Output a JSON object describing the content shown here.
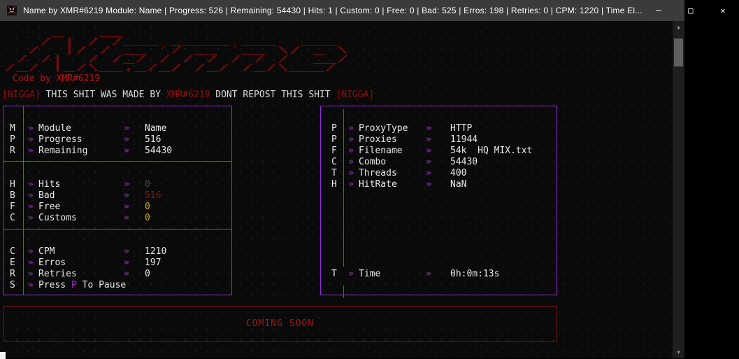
{
  "symbols": {
    "chevron": "»",
    "minimize": "─",
    "maximize": "□",
    "close": "✕",
    "arrow_up": "▲",
    "arrow_down": "▼"
  },
  "colors": {
    "accent_purple": "#9428d8",
    "chevron_purple": "#a32cd4",
    "dark_red": "#8b0f0f",
    "value_yellow": "#d2a800",
    "value_gray": "#4a4a4a",
    "titlebar": "#3b3b3b",
    "console_bg": "#0a0a0a"
  },
  "window": {
    "title": "Name by XMR#6219  Module: Name | Progress: 526 | Remaining: 54430 | Hits: 1 | Custom: 0 | Free: 0 | Bad: 525 | Erros: 198 | Retries: 0 | CPM: 1220 | Time El..."
  },
  "logo": {
    "lines": [
      "    _   __",
      "   / | / /___ _____ ___  ___",
      "  /  |/ / __ `/ __ `__ \\/ _ \\",
      " / /|  / /_/ / / / / / /  __/",
      "/_/ |_/\\__,_/_/ /_/ /_/\\___/"
    ],
    "tagline": "Code by XMR#6219"
  },
  "warning": {
    "tag_left": "[NIGGA]",
    "part1": " THIS SHIT WAS MADE BY ",
    "author": "XMR#6219",
    "part2": " DONT REPOST THIS SHIT ",
    "tag_right": "[NIGGA]"
  },
  "left_panel": {
    "module": {
      "letter": "M",
      "label": "Module",
      "value": "Name"
    },
    "progress": {
      "letter": "P",
      "label": "Progress",
      "value": "516"
    },
    "remaining": {
      "letter": "R",
      "label": "Remaining",
      "value": "54430"
    },
    "hits": {
      "letter": "H",
      "label": "Hits",
      "value": "0"
    },
    "bad": {
      "letter": "B",
      "label": "Bad",
      "value": "516"
    },
    "free": {
      "letter": "F",
      "label": "Free",
      "value": "0"
    },
    "customs": {
      "letter": "C",
      "label": "Customs",
      "value": "0"
    },
    "cpm": {
      "letter": "C",
      "label": "CPM",
      "value": "1210"
    },
    "erros": {
      "letter": "E",
      "label": "Erros",
      "value": "197"
    },
    "retries": {
      "letter": "R",
      "label": "Retries",
      "value": "0"
    },
    "pause": {
      "letter": "S",
      "prefix": "Press ",
      "key": "P",
      "suffix": " To Pause"
    }
  },
  "right_panel": {
    "proxytype": {
      "letter": "P",
      "label": "ProxyType",
      "value": "HTTP"
    },
    "proxies": {
      "letter": "P",
      "label": "Proxies",
      "value": "11944"
    },
    "filename": {
      "letter": "F",
      "label": "Filename",
      "value": "54k  HQ MIX.txt"
    },
    "combo": {
      "letter": "C",
      "label": "Combo",
      "value": "54430"
    },
    "threads": {
      "letter": "T",
      "label": "Threads",
      "value": "400"
    },
    "hitrate": {
      "letter": "H",
      "label": "HitRate",
      "value": "NaN"
    },
    "time": {
      "letter": "T",
      "label": "Time",
      "value": "0h:0m:13s"
    }
  },
  "coming_soon": {
    "label": "COMING SOON"
  }
}
